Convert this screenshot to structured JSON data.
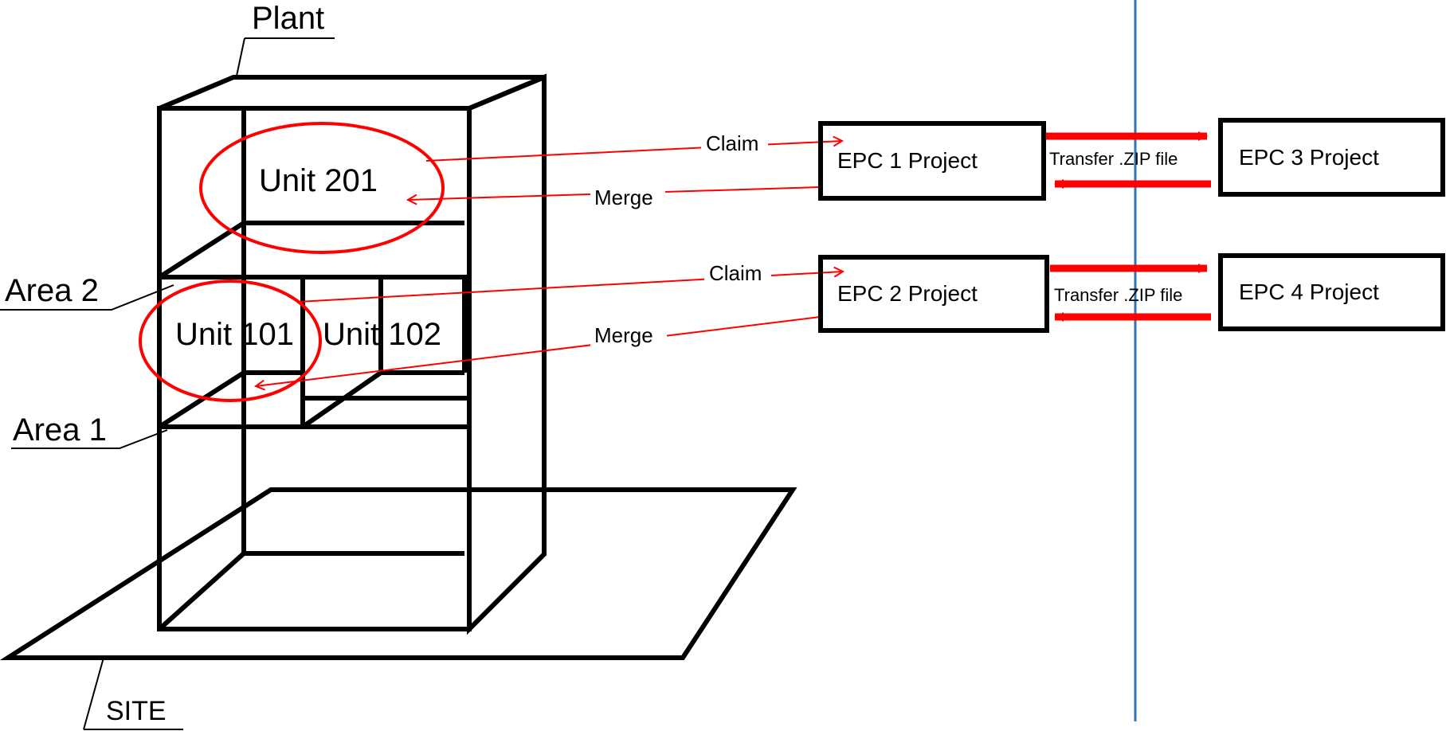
{
  "labels": {
    "plant": "Plant",
    "site": "SITE",
    "area2": "Area 2",
    "area1": "Area 1"
  },
  "units": {
    "u201": "Unit 201",
    "u101": "Unit 101",
    "u102": "Unit 102"
  },
  "projects": {
    "epc1": "EPC 1  Project",
    "epc2": "EPC 2  Project",
    "epc3": "EPC 3  Project",
    "epc4": "EPC 4  Project"
  },
  "connections": {
    "claim1": "Claim",
    "merge1": "Merge",
    "claim2": "Claim",
    "merge2": "Merge",
    "transfer1": "Transfer .ZIP file",
    "transfer2": "Transfer .ZIP file"
  },
  "colors": {
    "outline": "#000000",
    "highlight": "#ff0000",
    "divider": "#2e75b6"
  }
}
